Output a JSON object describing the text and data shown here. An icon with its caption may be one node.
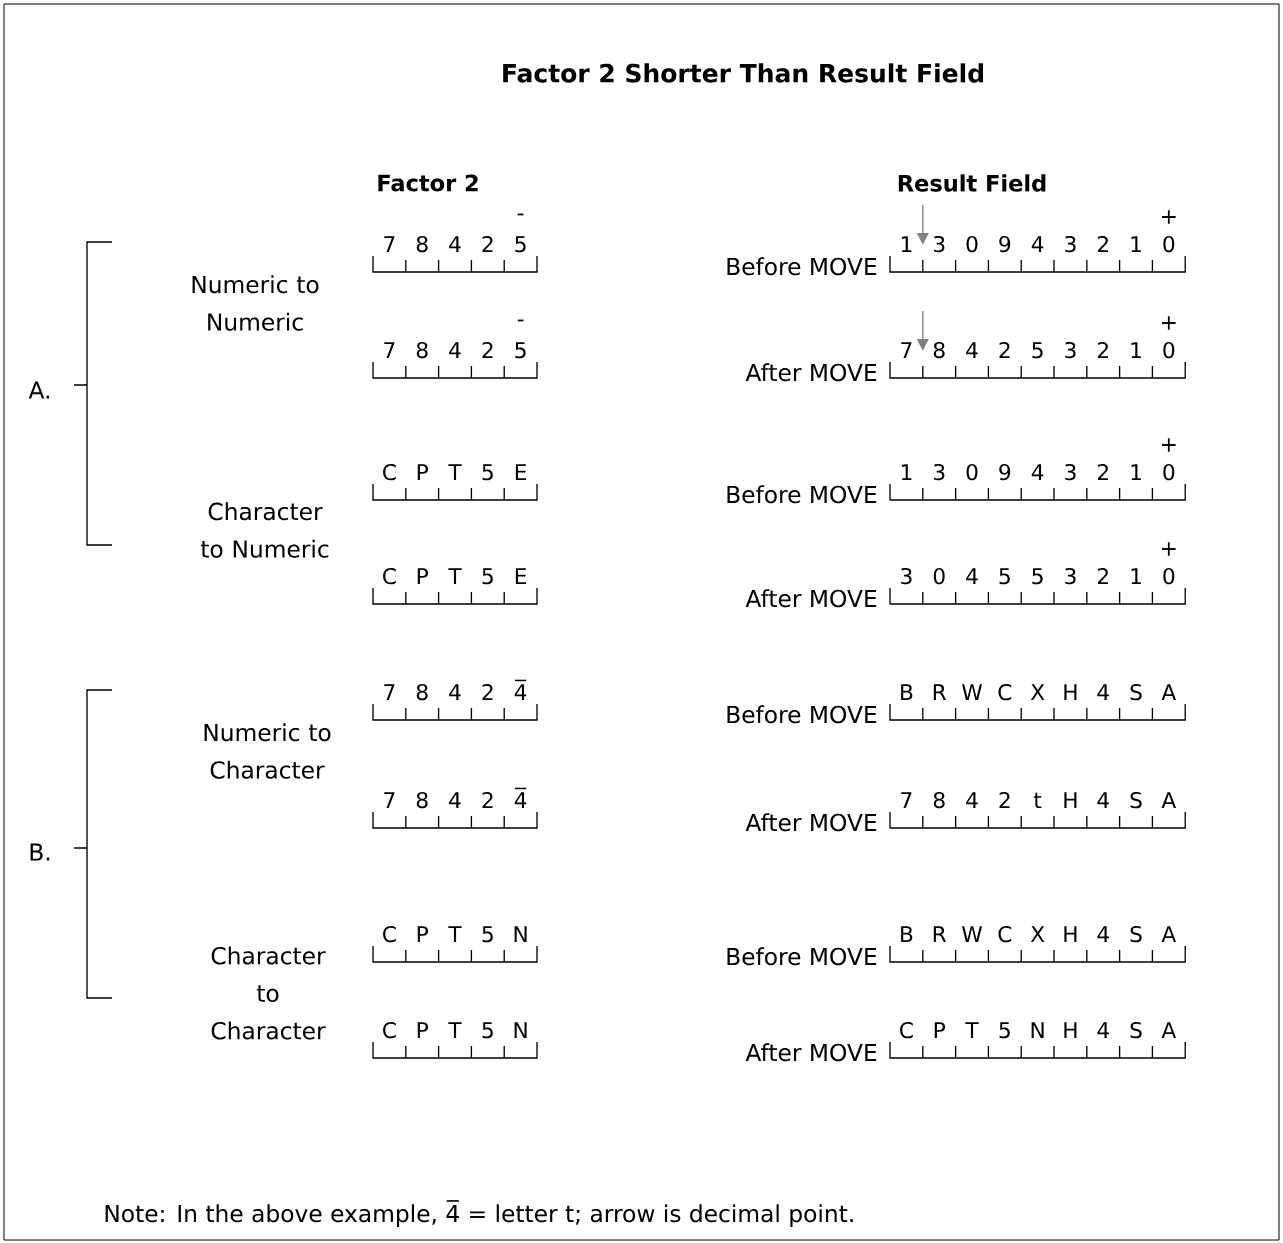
{
  "diagram": {
    "title": "Factor 2 Shorter Than Result Field",
    "caption": "Note:  In the above example, 4̅ = letter t; arrow is decimal point.",
    "nodes": [
      {
        "text": [
          "7",
          "8",
          "4",
          "2",
          "5"
        ],
        "beside": [
          "-"
        ]
      },
      {
        "text": [
          "7",
          "8",
          "4",
          "2",
          "5"
        ],
        "beside": [
          "-"
        ]
      },
      {
        "text": [
          "C",
          "P",
          "T",
          "5",
          "E"
        ]
      },
      {
        "text": [
          "C",
          "P",
          "T",
          "5",
          "E"
        ]
      },
      {
        "text": [
          "7",
          "8",
          "4",
          "2",
          "4̅"
        ]
      },
      {
        "text": [
          "7",
          "8",
          "4",
          "2",
          "4̅"
        ]
      },
      {
        "text": [
          "C",
          "P",
          "T",
          "5",
          "N"
        ]
      },
      {
        "text": [
          "C",
          "P",
          "T",
          "5",
          "N"
        ]
      },
      {
        "text": [
          "1",
          "3",
          "0",
          "9",
          "4",
          "3",
          "2",
          "1",
          "0"
        ],
        "beside": [
          "Before MOVE",
          "+"
        ]
      },
      {
        "text": [
          "7",
          "8",
          "4",
          "2",
          "5",
          "3",
          "2",
          "1",
          "0"
        ],
        "beside": [
          "After MOVE",
          "+"
        ]
      },
      {
        "text": [
          "1",
          "3",
          "0",
          "9",
          "4",
          "3",
          "2",
          "1",
          "0"
        ],
        "beside": [
          "Before MOVE",
          "+"
        ]
      },
      {
        "text": [
          "3",
          "0",
          "4",
          "5",
          "5",
          "3",
          "2",
          "1",
          "0"
        ],
        "beside": [
          "After MOVE",
          "+"
        ]
      },
      {
        "text": [
          "B",
          "R",
          "W",
          "C",
          "X",
          "H",
          "4",
          "S",
          "A"
        ],
        "beside": [
          "Before MOVE"
        ]
      },
      {
        "text": [
          "7",
          "8",
          "4",
          "2",
          "t",
          "H",
          "4",
          "S",
          "A"
        ],
        "beside": [
          "After MOVE"
        ]
      },
      {
        "text": [
          "B",
          "R",
          "W",
          "C",
          "X",
          "H",
          "4",
          "S",
          "A"
        ],
        "beside": [
          "Before MOVE"
        ]
      },
      {
        "text": [
          "C",
          "P",
          "T",
          "5",
          "N",
          "H",
          "4",
          "S",
          "A"
        ],
        "beside": [
          "After MOVE"
        ]
      }
    ],
    "edges": [
      {
        "from": null,
        "to": 8,
        "arrow": "to",
        "color": "#808080"
      },
      {
        "from": null,
        "to": 9,
        "arrow": "to",
        "color": "#808080"
      }
    ],
    "labels": [
      "Factor 2",
      "Result Field",
      "A.",
      "Numeric to Numeric",
      "Character to Numeric",
      "B.",
      "Numeric to Character",
      "Character to Character"
    ]
  }
}
